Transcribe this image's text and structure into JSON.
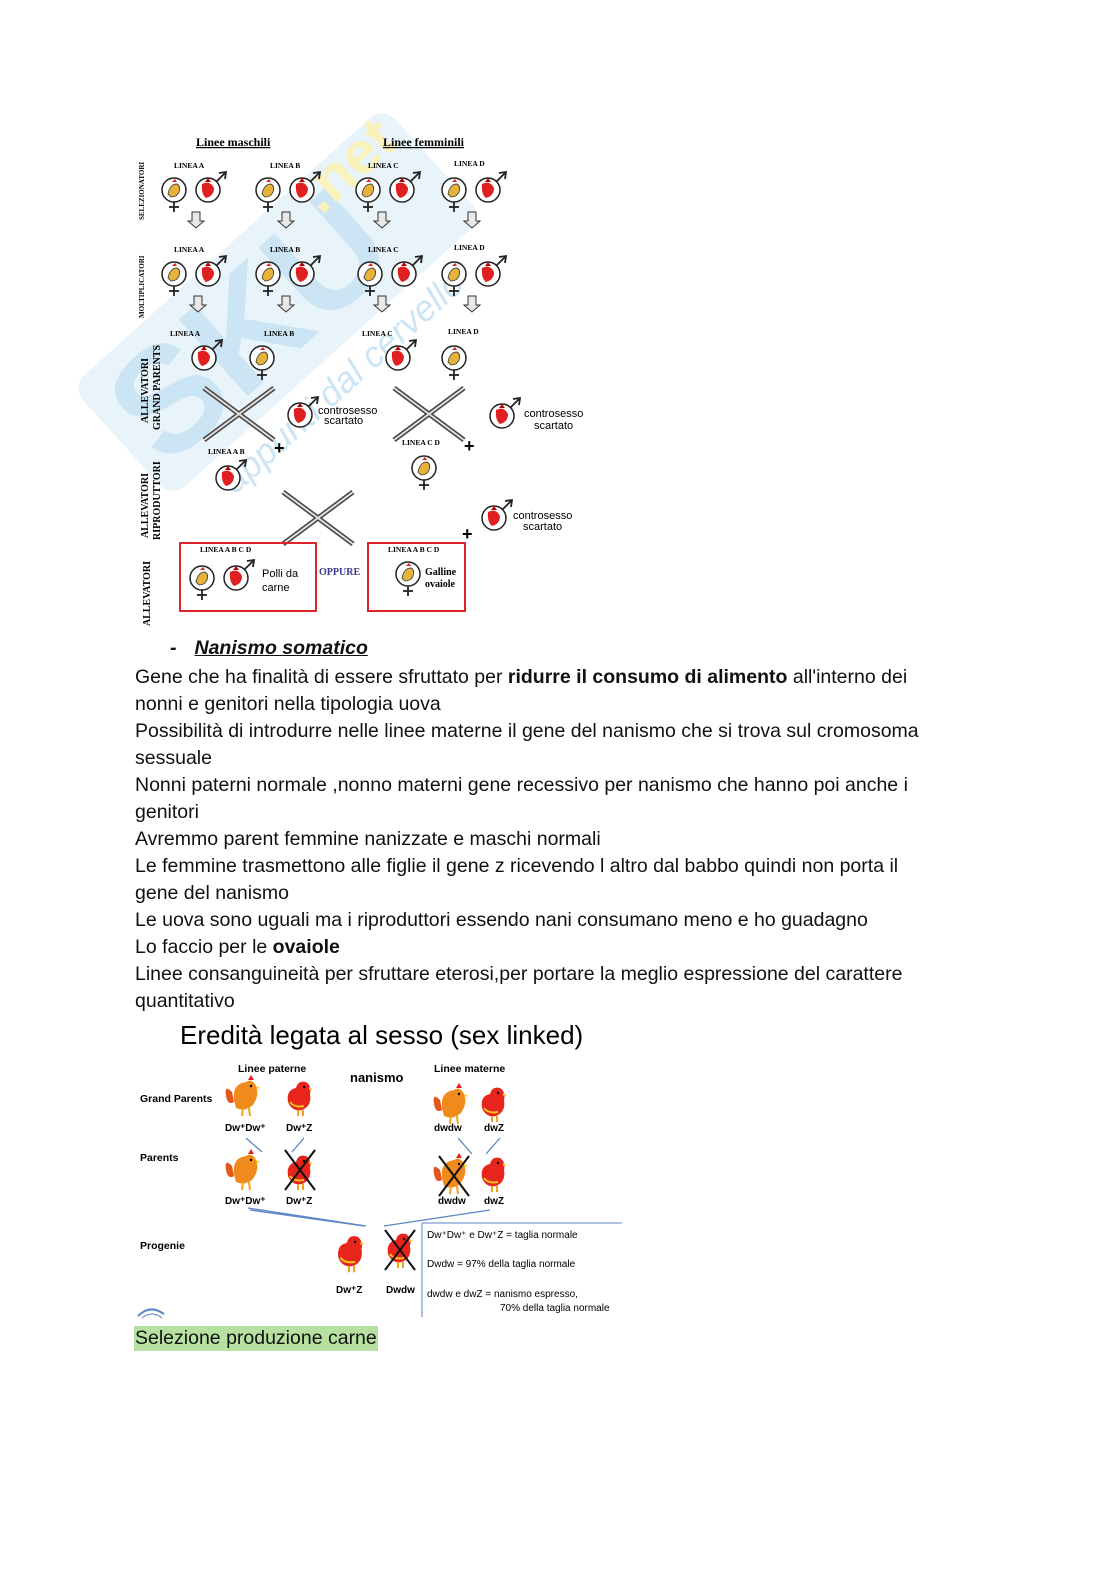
{
  "figure1": {
    "title_male": "Linee maschili",
    "title_female": "Linee femminili",
    "rows": [
      "SELEZIONATORI",
      "MOLTIPLICATORI",
      "ALLEVATORI GRAND PARENTS",
      "ALLEVATORI RIPRODUTTORI",
      "ALLEVATORI"
    ],
    "row3_line1": "ALLEVATORI",
    "row3_line2": "GRAND PARENTS",
    "row4_line1": "ALLEVATORI",
    "row4_line2": "RIPRODUTTORI",
    "lines": [
      "LINEA A",
      "LINEA B",
      "LINEA C",
      "LINEA D"
    ],
    "linea_ab": "LINEA A B",
    "linea_cd": "LINEA C D",
    "linea_abcd": "LINEA  A B C D",
    "controsesso_1": "controsesso",
    "controsesso_2": "scartato",
    "polli_1": "Polli da",
    "polli_2": "carne",
    "oppure": "OPPURE",
    "galline_1": "Galline",
    "galline_2": "ovaiole"
  },
  "section": {
    "bullet": "-",
    "title": "Nanismo somatico",
    "p1_a": "Gene che ha finalità di essere sfruttato per ",
    "p1_b": "ridurre il consumo di alimento",
    "p1_c": " all'interno dei",
    "p1_d": "nonni e genitori nella tipologia uova",
    "p2_a": "Possibilità di introdurre nelle linee materne il gene del nanismo che si trova sul cromosoma",
    "p2_b": "sessuale",
    "p3_a": "Nonni paterni normale ,nonno materni gene recessivo per nanismo che hanno poi anche i",
    "p3_b": "genitori",
    "p4": "Avremmo parent femmine nanizzate e maschi normali",
    "p5_a": "Le femmine trasmettono alle figlie il gene z ricevendo l altro dal babbo quindi non porta il",
    "p5_b": "gene del nanismo",
    "p6": "Le uova sono uguali ma i riproduttori essendo nani consumano meno e ho guadagno",
    "p7_a": "Lo faccio per le ",
    "p7_b": "ovaiole",
    "p8_a": "Linee consanguineità per sfruttare eterosi,per portare la meglio espressione del carattere",
    "p8_b": "quantitativo"
  },
  "figure2": {
    "title": "Eredità legata al sesso (sex linked)",
    "paterne": "Linee paterne",
    "nanismo": "nanismo",
    "materne": "Linee materne",
    "grand_parents": "Grand Parents",
    "parents": "Parents",
    "progenie": "Progenie",
    "g1": "Dw⁺Dw⁺",
    "g2": "Dw⁺Z",
    "g3": "dwdw",
    "g4": "dwZ",
    "p1": "Dw⁺Dw⁺",
    "p2": "Dw⁺Z",
    "p3": "dwdw",
    "p4": "dwZ",
    "o1": "Dw⁺Z",
    "o2": "Dwdw",
    "legend1": "Dw⁺Dw⁺ e Dw⁺Z = taglia normale",
    "legend2": "Dwdw = 97% della taglia normale",
    "legend3a": "dwdw e dwZ = nanismo espresso,",
    "legend3b": "70% della taglia normale"
  },
  "footer_highlight": "Selezione produzione carne",
  "colors": {
    "red_box": "#e0242b",
    "highlight": "#b7e1a1",
    "watermark": "#8fc7ea"
  }
}
